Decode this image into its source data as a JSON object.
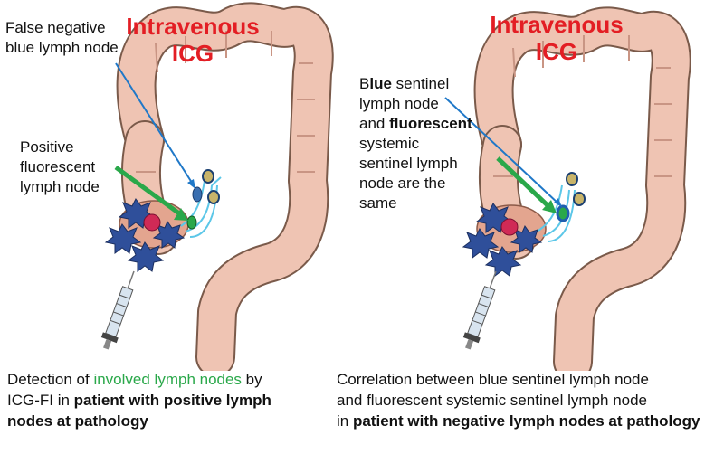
{
  "colors": {
    "title_red": "#e31e24",
    "blue_arrow": "#1f78c8",
    "green_arrow": "#2aa84a",
    "colon_pink": "#efc4b3",
    "tumor_blue": "#2f4f9a"
  },
  "left": {
    "title_line1": "Intravenous",
    "title_line2": "ICG",
    "label_false_negative_line1": "False negative",
    "label_false_negative_line2": "blue lymph node",
    "label_positive_line1": "Positive",
    "label_positive_line2": "fluorescent",
    "label_positive_line3": "lymph node",
    "caption_line1_a": "Detection of ",
    "caption_line1_green": "involved lymph nodes",
    "caption_line1_b": " by",
    "caption_line2_a": "ICG-FI in ",
    "caption_line2_bold": "patient with positive lymph",
    "caption_line3_bold": "nodes at pathology"
  },
  "right": {
    "title_line1": "Intravenous",
    "title_line2": "ICG",
    "label_l1_a": "B",
    "label_l1_bold": "lue",
    "label_l1_b": " sentinel",
    "label_l2": "lymph node",
    "label_l3_a": "and ",
    "label_l3_bold": "fluorescent",
    "label_l4": "systemic",
    "label_l5": "sentinel lymph",
    "label_l6": "node are the",
    "label_l7": "same",
    "caption_line1": "Correlation between blue sentinel lymph node",
    "caption_line2": "and fluorescent systemic sentinel lymph node",
    "caption_line3_a": "in ",
    "caption_line3_bold": "patient with negative lymph nodes at pathology"
  }
}
